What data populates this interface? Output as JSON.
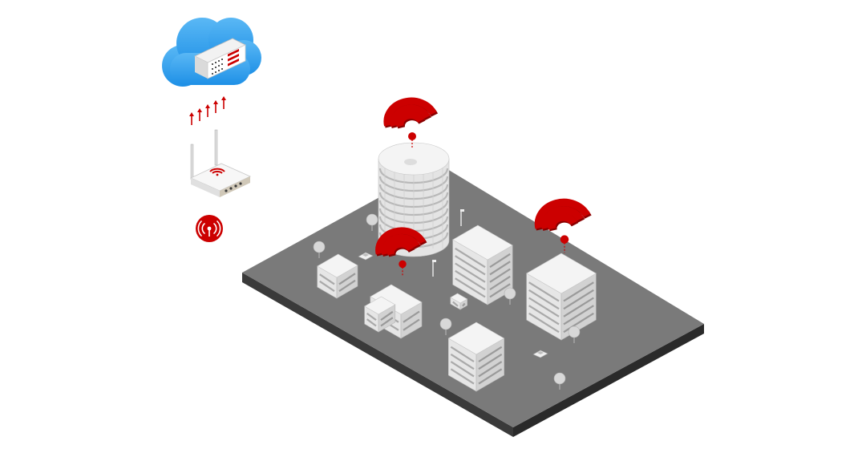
{
  "diagram": {
    "nodes": [
      {
        "id": "cloud",
        "label": "",
        "icon": "cloud-server-icon"
      },
      {
        "id": "router",
        "label": "",
        "icon": "wifi-router-icon"
      },
      {
        "id": "broadcast",
        "label": "",
        "icon": "broadcast-icon"
      },
      {
        "id": "city",
        "label": "",
        "icon": "city-block"
      }
    ],
    "edges": [
      {
        "from": "router",
        "to": "cloud",
        "style": "upload-arrows",
        "count": 5
      }
    ],
    "wifi_hotspots": 3,
    "buildings": 7
  },
  "colors": {
    "cloud": "#1e90e6",
    "cloud_light": "#5ab8f5",
    "accent_red": "#cc0000",
    "ground": "#7a7a7a",
    "ground_side": "#3a3a3a",
    "building_top": "#f4f4f4",
    "building_left": "#e6e6e6",
    "building_right": "#d2d2d2",
    "background": "#ffffff"
  }
}
